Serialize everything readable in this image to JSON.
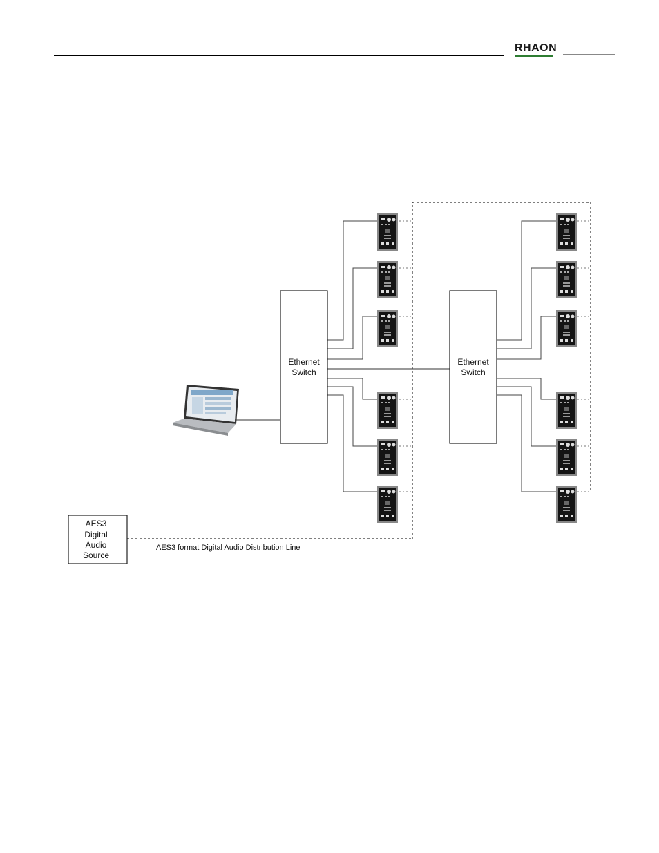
{
  "header": {
    "logo_text": "RHAON",
    "accent_color": "#2e7d32"
  },
  "diagram": {
    "switch_left": {
      "line1": "Ethernet",
      "line2": "Switch"
    },
    "switch_right": {
      "line1": "Ethernet",
      "line2": "Switch"
    },
    "source_box": {
      "line1": "AES3",
      "line2": "Digital",
      "line3": "Audio",
      "line4": "Source"
    },
    "distribution_line_label": "AES3 format Digital Audio Distribution Line",
    "icons": {
      "laptop": "laptop-icon",
      "amplifier_module": "amplifier-module-icon"
    }
  }
}
